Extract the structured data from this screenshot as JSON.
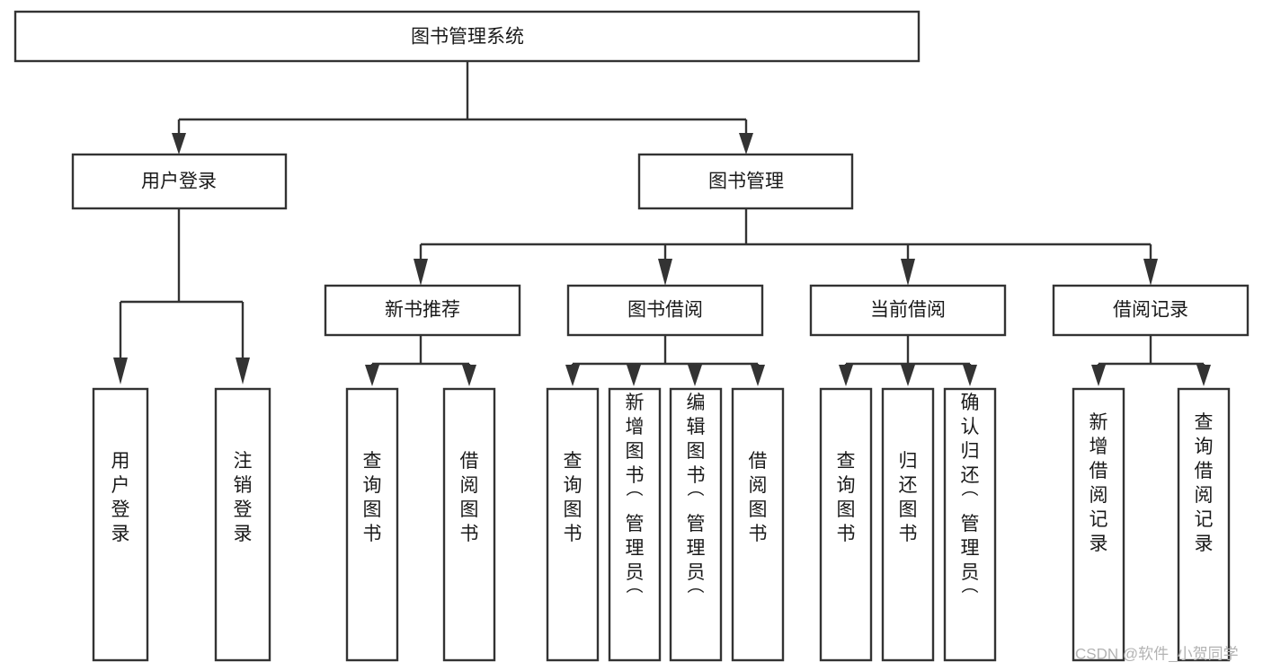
{
  "diagram": {
    "title": "图书管理系统",
    "type": "tree",
    "colors": {
      "box_stroke": "#333333",
      "box_fill": "#ffffff",
      "text": "#1a1a1a",
      "connector": "#333333",
      "watermark": "#b3b3b3",
      "background": "#ffffff"
    },
    "levels": [
      {
        "level": 1,
        "nodes": [
          {
            "id": "root",
            "label": "图书管理系统",
            "orientation": "horizontal"
          }
        ]
      },
      {
        "level": 2,
        "nodes": [
          {
            "id": "login",
            "label": "用户登录",
            "orientation": "horizontal",
            "parent": "root"
          },
          {
            "id": "bookmgmt",
            "label": "图书管理",
            "orientation": "horizontal",
            "parent": "root"
          }
        ]
      },
      {
        "level": 3,
        "nodes": [
          {
            "id": "newbook",
            "label": "新书推荐",
            "orientation": "horizontal",
            "parent": "bookmgmt"
          },
          {
            "id": "borrow",
            "label": "图书借阅",
            "orientation": "horizontal",
            "parent": "bookmgmt"
          },
          {
            "id": "current",
            "label": "当前借阅",
            "orientation": "horizontal",
            "parent": "bookmgmt"
          },
          {
            "id": "record",
            "label": "借阅记录",
            "orientation": "horizontal",
            "parent": "bookmgmt"
          }
        ]
      },
      {
        "level": 4,
        "nodes": [
          {
            "id": "l-login",
            "label": "用户登录",
            "orientation": "vertical",
            "parent": "login"
          },
          {
            "id": "l-logout",
            "label": "注销登录",
            "orientation": "vertical",
            "parent": "login"
          },
          {
            "id": "n-query",
            "label": "查询图书",
            "orientation": "vertical",
            "parent": "newbook"
          },
          {
            "id": "n-borrow",
            "label": "借阅图书",
            "orientation": "vertical",
            "parent": "newbook"
          },
          {
            "id": "b-query",
            "label": "查询图书",
            "orientation": "vertical",
            "parent": "borrow"
          },
          {
            "id": "b-add",
            "label": "新增图书（管理员）",
            "orientation": "vertical",
            "parent": "borrow"
          },
          {
            "id": "b-edit",
            "label": "编辑图书（管理员）",
            "orientation": "vertical",
            "parent": "borrow"
          },
          {
            "id": "b-borrow",
            "label": "借阅图书",
            "orientation": "vertical",
            "parent": "borrow"
          },
          {
            "id": "c-query",
            "label": "查询图书",
            "orientation": "vertical",
            "parent": "current"
          },
          {
            "id": "c-return",
            "label": "归还图书",
            "orientation": "vertical",
            "parent": "current"
          },
          {
            "id": "c-confirm",
            "label": "确认归还（管理员）",
            "orientation": "vertical",
            "parent": "current"
          },
          {
            "id": "r-add",
            "label": "新增借阅记录",
            "orientation": "vertical",
            "parent": "record"
          },
          {
            "id": "r-query",
            "label": "查询借阅记录",
            "orientation": "vertical",
            "parent": "record"
          }
        ]
      }
    ]
  },
  "watermark": {
    "text": "CSDN @软件_小贺同学"
  }
}
